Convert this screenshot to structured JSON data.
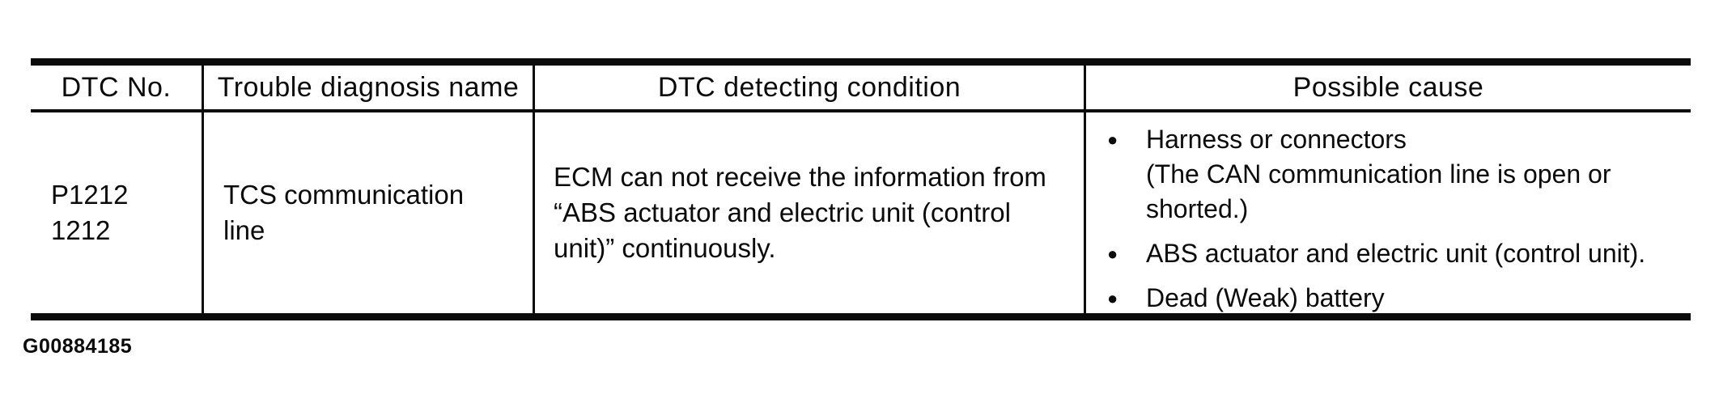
{
  "document": {
    "figure_id": "G00884185"
  },
  "table": {
    "headers": [
      "DTC No.",
      "Trouble diagnosis name",
      "DTC detecting condition",
      "Possible cause"
    ],
    "rows": [
      {
        "dtc_no": "P1212\n1212",
        "trouble_diagnosis_name": "TCS communication\nline",
        "dtc_detecting_condition": "ECM can not receive the information from\n“ABS actuator and electric unit (control\nunit)” continuously.",
        "possible_causes": [
          "Harness or connectors\n(The CAN communication line is open or\nshorted.)",
          "ABS actuator and electric unit (control unit).",
          "Dead (Weak) battery"
        ],
        "bullet_glyph": "●"
      }
    ]
  },
  "colors": {
    "ink": "#0b0b0b",
    "background": "#ffffff"
  }
}
